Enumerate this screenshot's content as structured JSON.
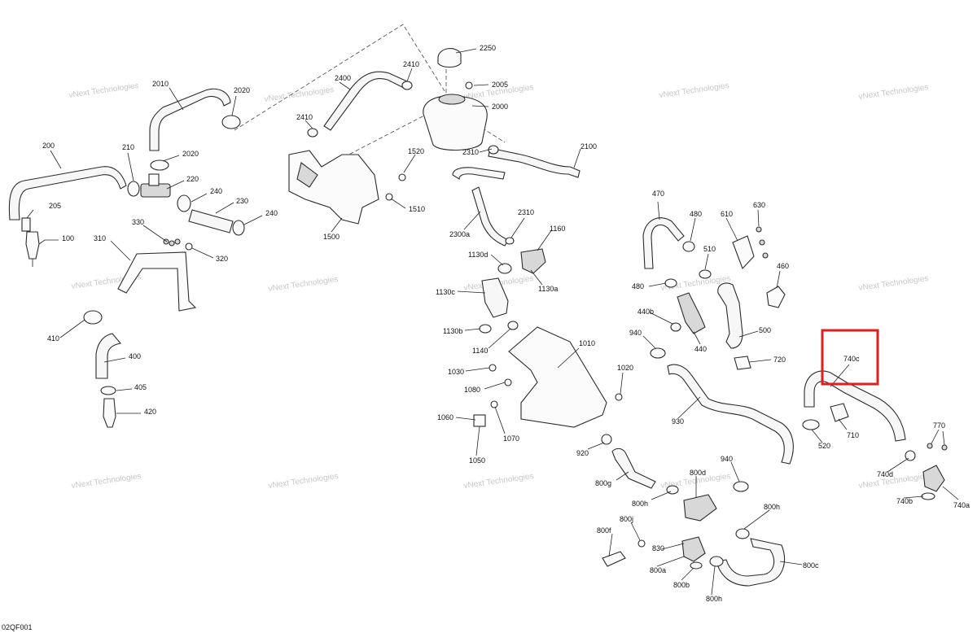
{
  "diagram": {
    "reference_code": "02QF001",
    "watermark": "vNext Technologies",
    "highlight_color": "#e0201e",
    "highlighted_part": "740c",
    "labels": {
      "p100": "100",
      "p200": "200",
      "p205": "205",
      "p210": "210",
      "p220": "220",
      "p230": "230",
      "p240a": "240",
      "p240b": "240",
      "p310": "310",
      "p320": "320",
      "p330": "330",
      "p400": "400",
      "p405": "405",
      "p410": "410",
      "p420": "420",
      "p440": "440",
      "p440b": "440b",
      "p460": "460",
      "p470": "470",
      "p480a": "480",
      "p480b": "480",
      "p500": "500",
      "p510": "510",
      "p520": "520",
      "p610": "610",
      "p630": "630",
      "p710": "710",
      "p720": "720",
      "p740a": "740a",
      "p740b": "740b",
      "p740c": "740c",
      "p740d": "740d",
      "p770": "770",
      "p800a": "800a",
      "p800b": "800b",
      "p800c": "800c",
      "p800d": "800d",
      "p800f": "800f",
      "p800g": "800g",
      "p800h1": "800h",
      "p800h2": "800h",
      "p800h3": "800h",
      "p800j": "800j",
      "p830": "830",
      "p920": "920",
      "p930": "930",
      "p940a": "940",
      "p940b": "940",
      "p1010": "1010",
      "p1020": "1020",
      "p1030": "1030",
      "p1050": "1050",
      "p1060": "1060",
      "p1070": "1070",
      "p1080": "1080",
      "p1130a": "1130a",
      "p1130b": "1130b",
      "p1130c": "1130c",
      "p1130d": "1130d",
      "p1140": "1140",
      "p1160": "1160",
      "p1500": "1500",
      "p1510": "1510",
      "p1520": "1520",
      "p2000": "2000",
      "p2005": "2005",
      "p2010": "2010",
      "p2020a": "2020",
      "p2020b": "2020",
      "p2100": "2100",
      "p2250": "2250",
      "p2300a": "2300a",
      "p2310a": "2310",
      "p2310b": "2310",
      "p2400": "2400",
      "p2410a": "2410",
      "p2410b": "2410"
    }
  }
}
